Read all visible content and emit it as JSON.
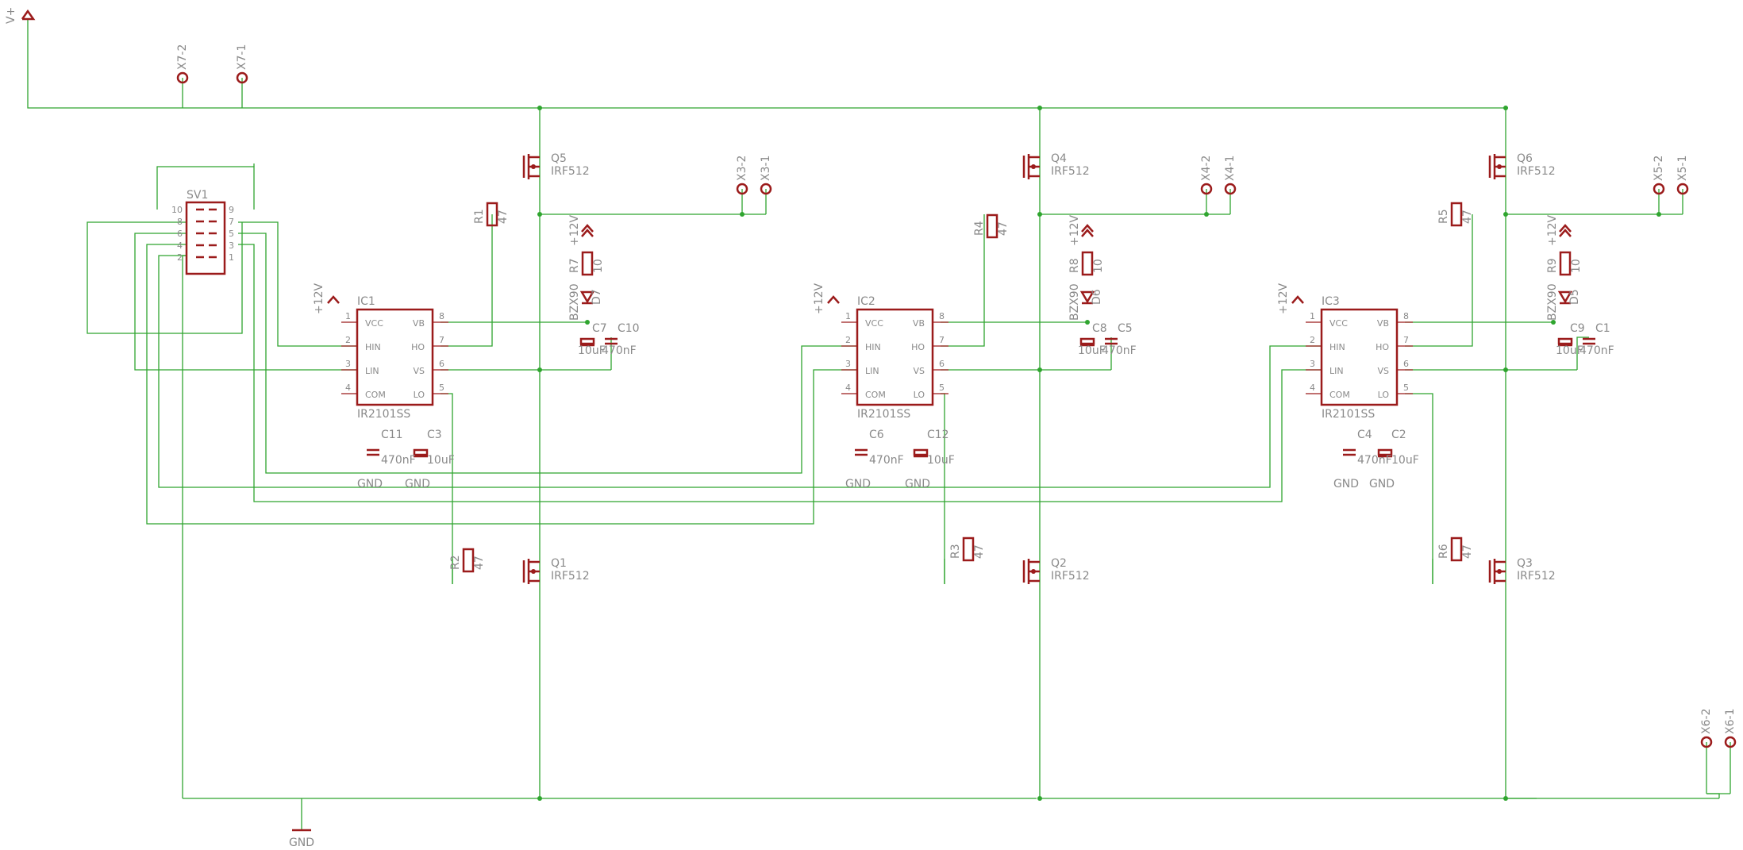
{
  "supply": {
    "vplus": "V+",
    "gnd": "GND",
    "p12": "+12V"
  },
  "chips": [
    {
      "ref": "IC1",
      "part": "IR2101SS"
    },
    {
      "ref": "IC2",
      "part": "IR2101SS"
    },
    {
      "ref": "IC3",
      "part": "IR2101SS"
    }
  ],
  "pins": {
    "left": [
      {
        "n": "1",
        "name": "VCC"
      },
      {
        "n": "2",
        "name": "HIN"
      },
      {
        "n": "3",
        "name": "LIN"
      },
      {
        "n": "4",
        "name": "COM"
      }
    ],
    "right": [
      {
        "n": "8",
        "name": "VB"
      },
      {
        "n": "7",
        "name": "HO"
      },
      {
        "n": "6",
        "name": "VS"
      },
      {
        "n": "5",
        "name": "LO"
      }
    ]
  },
  "fets": [
    {
      "ref": "Q5",
      "part": "IRF512"
    },
    {
      "ref": "Q4",
      "part": "IRF512"
    },
    {
      "ref": "Q6",
      "part": "IRF512"
    },
    {
      "ref": "Q1",
      "part": "IRF512"
    },
    {
      "ref": "Q2",
      "part": "IRF512"
    },
    {
      "ref": "Q3",
      "part": "IRF512"
    }
  ],
  "hi_res": [
    {
      "ref": "R1",
      "val": "47"
    },
    {
      "ref": "R4",
      "val": "47"
    },
    {
      "ref": "R5",
      "val": "47"
    }
  ],
  "lo_res": [
    {
      "ref": "R2",
      "val": "47"
    },
    {
      "ref": "R3",
      "val": "47"
    },
    {
      "ref": "R6",
      "val": "47"
    }
  ],
  "boot_res": [
    {
      "ref": "R7",
      "val": "10"
    },
    {
      "ref": "R8",
      "val": "10"
    },
    {
      "ref": "R9",
      "val": "10"
    }
  ],
  "diodes": [
    {
      "ref": "D7",
      "part": "BZX90"
    },
    {
      "ref": "D6",
      "part": "BZX90"
    },
    {
      "ref": "D5",
      "part": "BZX90"
    }
  ],
  "boot_caps": [
    {
      "pol": "C7",
      "pol_val": "10uF",
      "cer": "C10",
      "cer_val": "470nF"
    },
    {
      "pol": "C8",
      "pol_val": "10uF",
      "cer": "C5",
      "cer_val": "470nF"
    },
    {
      "pol": "C9",
      "pol_val": "10uF",
      "cer": "C1",
      "cer_val": "470nF"
    }
  ],
  "vcc_caps": [
    {
      "cer": "C11",
      "cer_val": "470nF",
      "pol": "C3",
      "pol_val": "10uF"
    },
    {
      "cer": "C6",
      "cer_val": "470nF",
      "pol": "C12",
      "pol_val": "10uF"
    },
    {
      "cer": "C4",
      "cer_val": "470nF",
      "pol": "C2",
      "pol_val": "10uF"
    }
  ],
  "header": {
    "ref": "SV1",
    "pins_left": [
      "10",
      "8",
      "6",
      "4",
      "2"
    ],
    "pins_right": [
      "9",
      "7",
      "5",
      "3",
      "1"
    ]
  },
  "terminals": [
    "X7-2",
    "X7-1",
    "X3-2",
    "X3-1",
    "X4-2",
    "X4-1",
    "X5-2",
    "X5-1",
    "X6-2",
    "X6-1"
  ],
  "colors": {
    "wire": "#2fa52f",
    "part": "#9b1b1b",
    "label": "#8a8a8a"
  }
}
